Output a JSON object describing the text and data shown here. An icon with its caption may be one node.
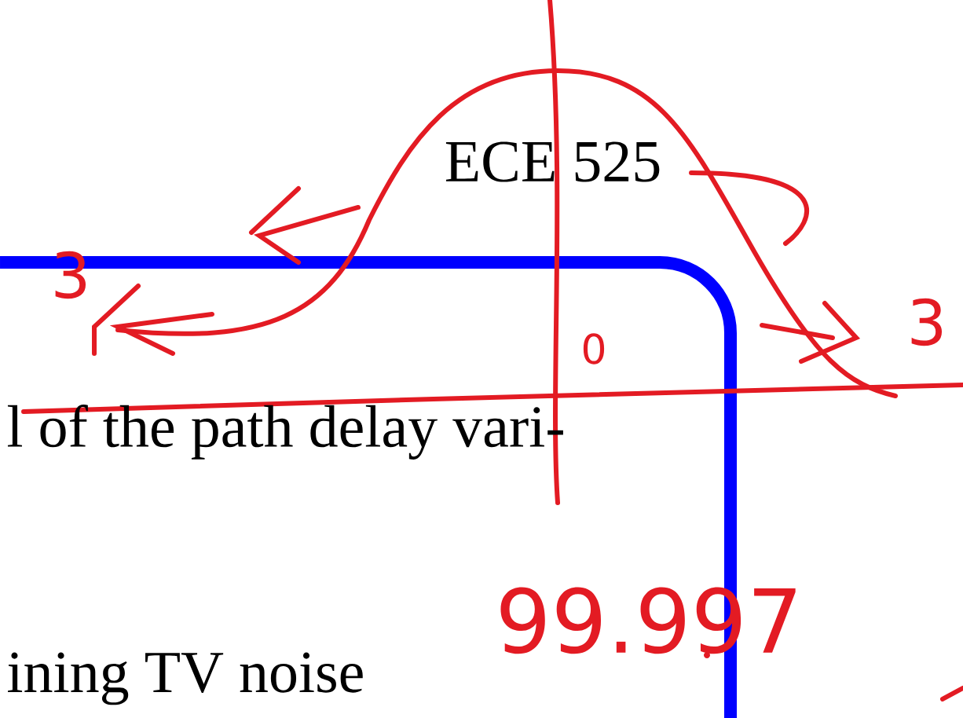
{
  "diagram": {
    "labels": [
      "ECE 525",
      "3",
      "0",
      "3",
      "l of the path delay vari-",
      "99.997",
      "ining TV noise"
    ]
  }
}
